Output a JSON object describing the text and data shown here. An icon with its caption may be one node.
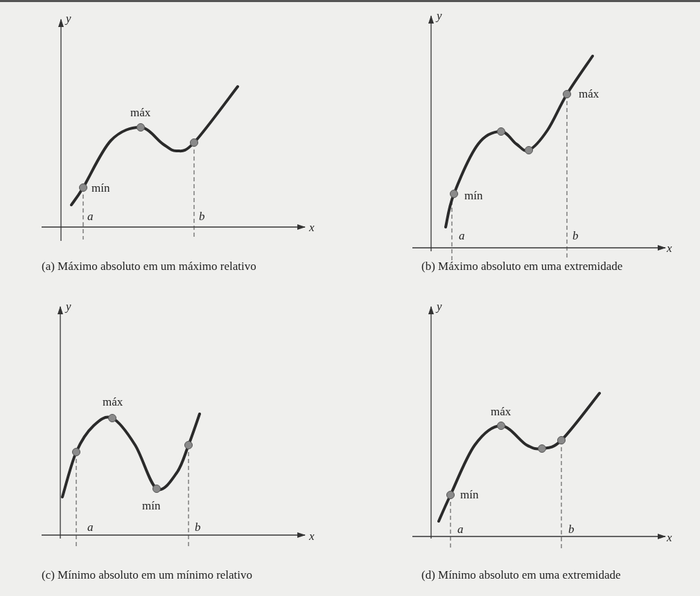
{
  "diagram": {
    "labels": [
      "y",
      "máx",
      "mín",
      "a",
      "b",
      "x",
      "(a) Máximo absoluto em um máximo relativo",
      "y",
      "máx",
      "mín",
      "a",
      "b",
      "x",
      "(b) Máximo absoluto em uma extremidade",
      "y",
      "máx",
      "mín",
      "a",
      "b",
      "x",
      "(c) Mínimo absoluto em um mínimo relativo",
      "y",
      "máx",
      "mín",
      "a",
      "b",
      "x",
      "(d) Mínimo absoluto em uma extremidade"
    ]
  }
}
